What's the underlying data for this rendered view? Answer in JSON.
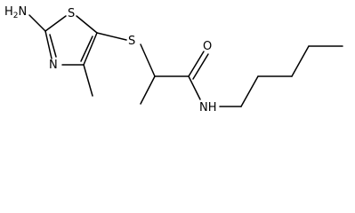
{
  "molecule": {
    "atoms": {
      "amine_n": "H",
      "amine_n_sub": "2",
      "amine_n_main": "N",
      "ring_s": "S",
      "ring_n": "N",
      "thioether_s": "S",
      "carbonyl_o": "O",
      "amide_nh": "NH"
    }
  }
}
